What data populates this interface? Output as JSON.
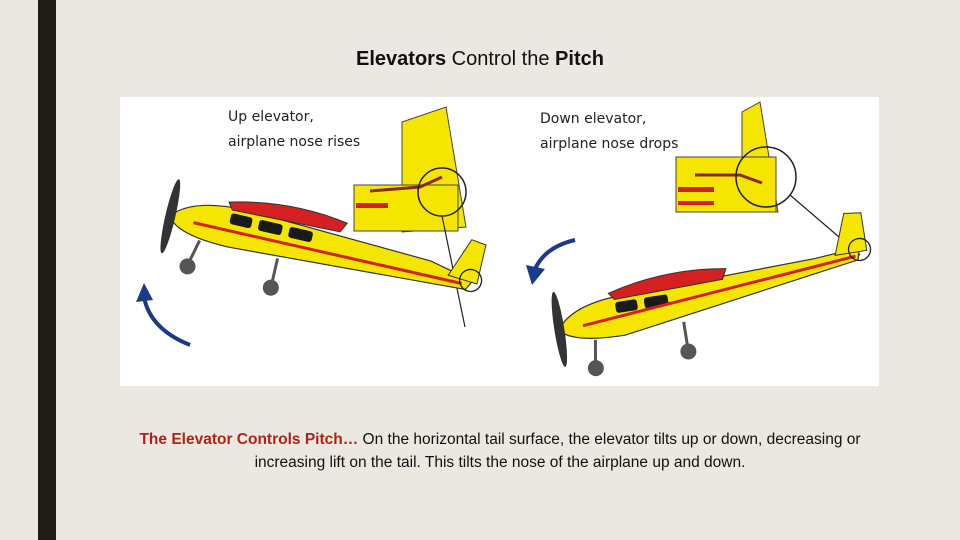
{
  "slide": {
    "title": {
      "part1": "Elevators",
      "part2": " Control the ",
      "part3": "Pitch"
    },
    "figure": {
      "label_up_line1": "Up elevator,",
      "label_up_line2": "airplane nose rises",
      "label_down_line1": "Down elevator,",
      "label_down_line2": "airplane nose drops"
    },
    "caption": {
      "lead": "The Elevator Controls Pitch…",
      "body": " On the horizontal tail surface, the elevator tilts up or down, decreasing or increasing lift on the tail. This tilts the nose of the airplane up and down."
    }
  },
  "colors": {
    "accent_bar": "#1e1e14",
    "caption_lead": "#b02318",
    "airplane_body": "#f5e600",
    "airplane_trim": "#d42020",
    "arrow": "#1a3a8a"
  }
}
